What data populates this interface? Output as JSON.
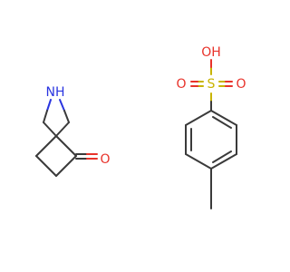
{
  "structure": {
    "amine_ring": {
      "nitrogen": {
        "label": "NH",
        "element": "N",
        "color": "#2a35e0"
      },
      "ketone_oxygen": {
        "label": "O",
        "element": "O",
        "color": "#e8322a"
      }
    },
    "tosylate": {
      "hydroxyl": {
        "label": "OH",
        "element": "O",
        "color": "#e8322a"
      },
      "sulfur": {
        "label": "S",
        "element": "S",
        "color": "#c8b400"
      },
      "oxo_left": {
        "label": "O",
        "element": "O",
        "color": "#e8322a"
      },
      "oxo_right": {
        "label": "O",
        "element": "O",
        "color": "#e8322a"
      }
    },
    "bond_color": "#3a3a3a"
  }
}
